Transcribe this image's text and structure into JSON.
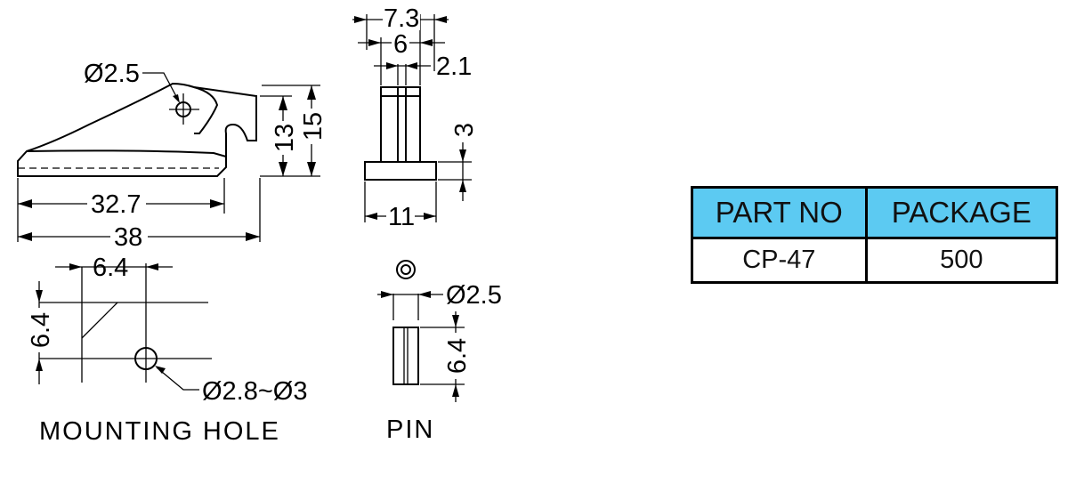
{
  "drawing": {
    "side_view": {
      "hole_dia": "Ø2.5",
      "width_inner": "32.7",
      "width_total": "38",
      "height_13": "13",
      "height_15": "15"
    },
    "end_view": {
      "width_top": "7.3",
      "width_mid": "6",
      "slot": "2.1",
      "step": "3",
      "base": "11"
    },
    "mounting_hole": {
      "dx": "6.4",
      "dy": "6.4",
      "hole_dia": "Ø2.8~Ø3",
      "caption": "MOUNTING HOLE"
    },
    "pin": {
      "dia": "Ø2.5",
      "length": "6.4",
      "caption": "PIN"
    }
  },
  "table": {
    "headers": [
      "PART NO",
      "PACKAGE"
    ],
    "row": [
      "CP-47",
      "500"
    ],
    "header_color": "#5ccaf2"
  }
}
